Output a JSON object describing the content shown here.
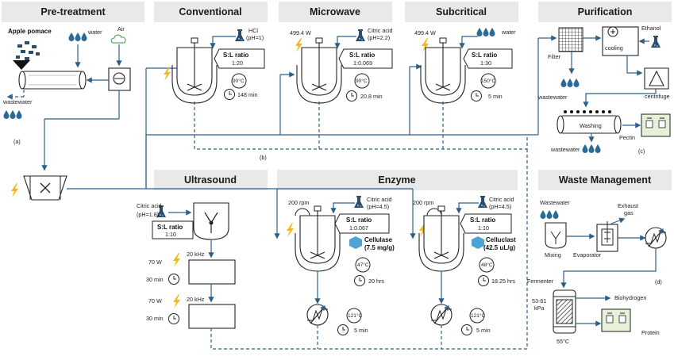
{
  "headers": {
    "pretreatment": "Pre-treatment",
    "conventional": "Conventional",
    "microwave": "Microwave",
    "subcritical": "Subcritical",
    "purification": "Purification",
    "ultrasound": "Ultrasound",
    "enzyme": "Enzyme",
    "waste": "Waste Management"
  },
  "pretreatment": {
    "apple_pomace": "Apple pomace",
    "water": "water",
    "air": "Air",
    "wastewater": "wastewater",
    "panel_label": "(a)"
  },
  "conventional": {
    "acid": "HCl",
    "ph": "(pH=1)",
    "sl_title": "S:L ratio",
    "sl_value": "1:20",
    "temp": "90°C",
    "time": "148 min"
  },
  "microwave": {
    "power": "499.4 W",
    "acid": "Citric acid",
    "ph": "(pH=2.2)",
    "sl_title": "S:L ratio",
    "sl_value": "1:0.069",
    "temp": "90°C",
    "time": "20.8 min"
  },
  "subcritical": {
    "power": "499.4 W",
    "water": "water",
    "sl_title": "S:L ratio",
    "sl_value": "1:30",
    "temp": "150°C",
    "time": "5 min"
  },
  "panel_b": "(b)",
  "purification": {
    "ethanol": "Ethanol",
    "filter": "Filter",
    "cooling": "cooling",
    "wastewater1": "wastewater",
    "centrifuge": "centrifuge",
    "washing": "Washing",
    "pectin": "Pectin",
    "wastewater2": "wastewater",
    "panel_label": "(c)"
  },
  "ultrasound": {
    "acid": "Citric acid",
    "ph": "(pH=1.8)",
    "sl_title": "S:L ratio",
    "sl_value": "1:10",
    "power1": "70 W",
    "freq1": "20 kHz",
    "time1": "30 min",
    "power2": "70 W",
    "freq2": "20 kHz",
    "time2": "30 min"
  },
  "enzyme": {
    "rpm1": "200 rpm",
    "acid1": "Citric acid",
    "ph1": "(pH=4.5)",
    "sl_title1": "S:L ratio",
    "sl_value1": "1:0.067",
    "enzyme1": "Cellulase",
    "dose1": "(7.5 mg/g)",
    "temp1": "47°C",
    "time1": "20 hrs",
    "hx_temp1": "121°C",
    "hx_time1": "5 min",
    "rpm2": "200 rpm",
    "acid2": "Citric acid",
    "ph2": "(pH=4.5)",
    "sl_title2": "S:L ratio",
    "sl_value2": "1:10",
    "enzyme2": "Celluclast",
    "dose2": "(42.5 uL/g)",
    "temp2": "48°C",
    "time2": "18.25 hrs",
    "hx_temp2": "121°C",
    "hx_time2": "5 min"
  },
  "waste": {
    "wastewater": "Wastewater",
    "mixing": "Mixing",
    "evaporator": "Evaporator",
    "exhaust": "Exhaust",
    "gas": "gas",
    "fermenter": "Fermenter",
    "pressure1": "53-61",
    "pressure2": "kPa",
    "temp": "55°C",
    "biohydrogen": "Biohydrogen",
    "protein": "Protein",
    "panel_label": "(d)"
  },
  "colors": {
    "line": "#2e5f87",
    "header_bg": "#e9e9e9",
    "drop": "#2b6a96",
    "bolt": "#f2b81c",
    "flask": "#2b4d6e",
    "enzyme_icon": "#4da3d6",
    "product_bg": "#e7f0d8"
  }
}
